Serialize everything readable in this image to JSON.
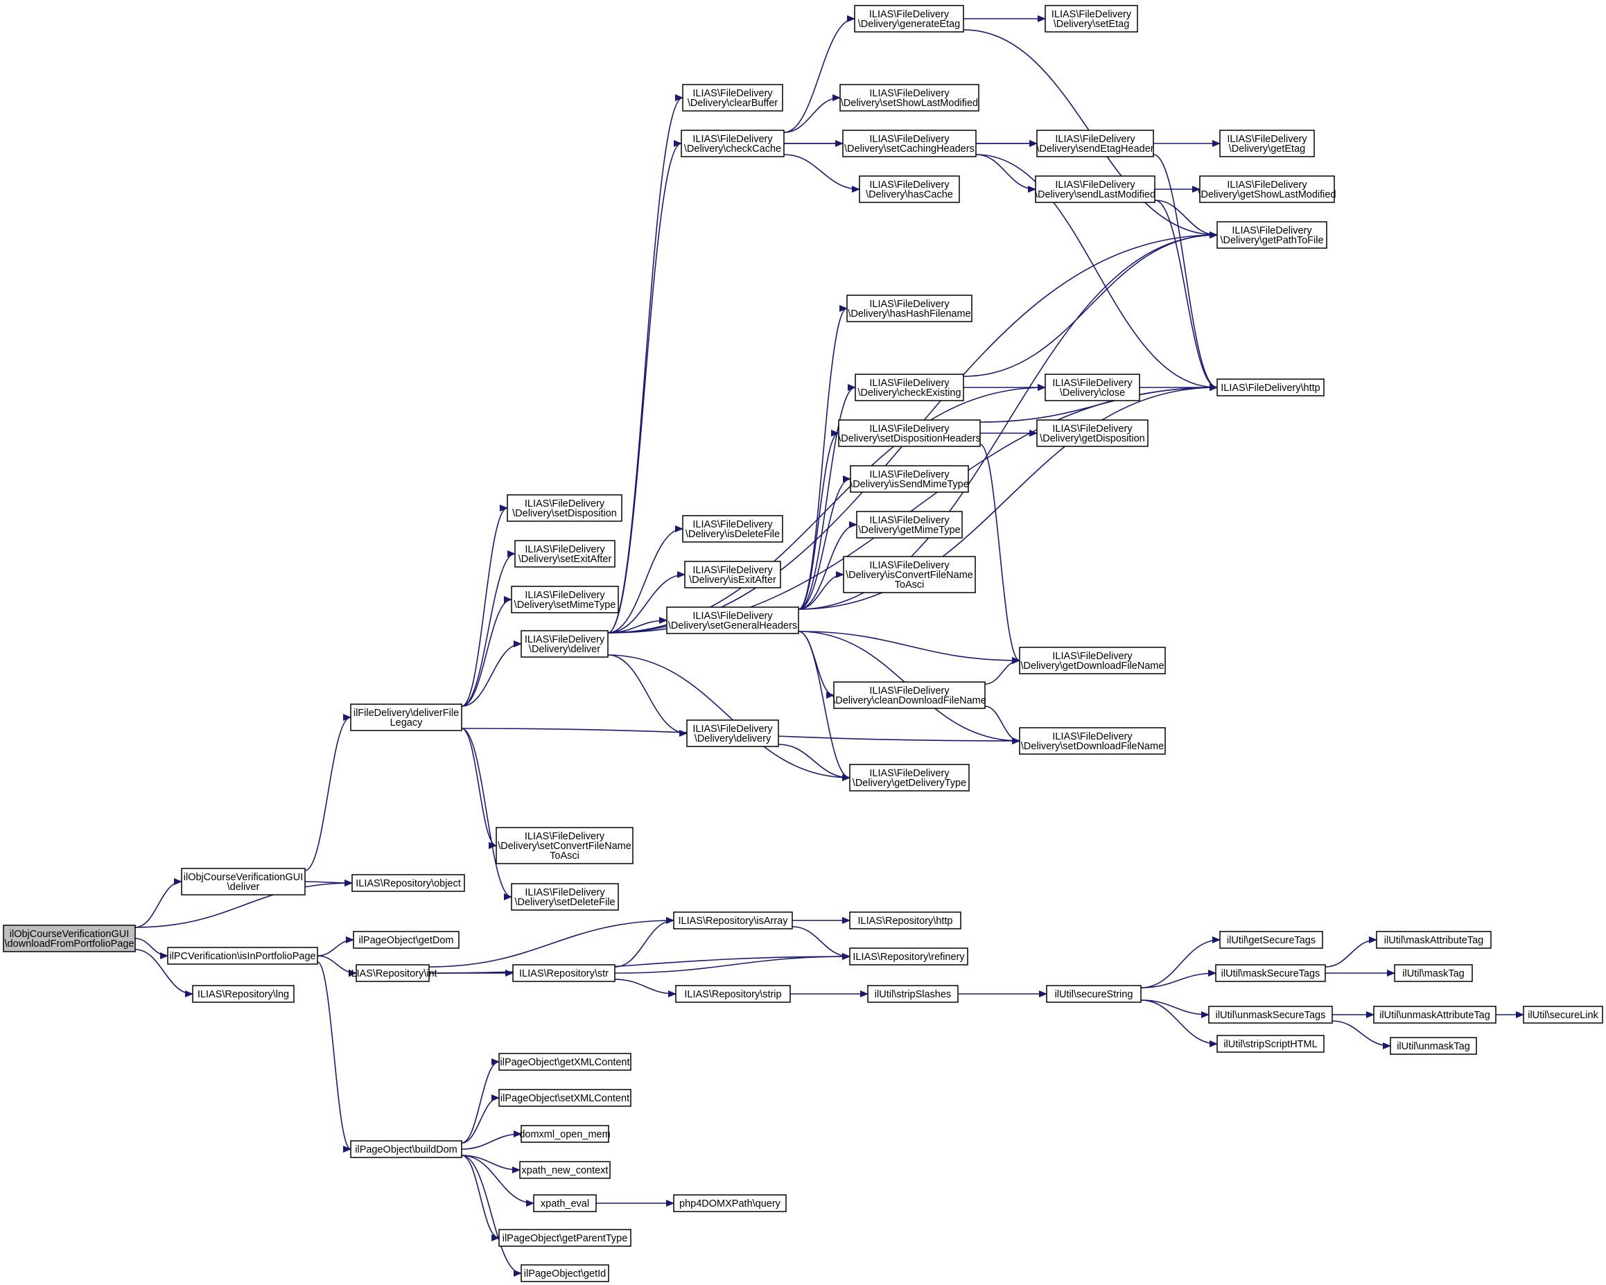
{
  "colors": {
    "edge": "#191970",
    "node_border": "#000000",
    "root_fill": "#bfbfbf",
    "node_fill": "#ffffff"
  },
  "nodes": [
    {
      "id": "root",
      "lines": [
        "ilObjCourseVerificationGUI",
        "\\downloadFromPortfolioPage"
      ],
      "root": true
    },
    {
      "id": "ocv_deliver",
      "lines": [
        "ilObjCourseVerificationGUI",
        "\\deliver"
      ]
    },
    {
      "id": "repo_object",
      "lines": [
        "ILIAS\\Repository\\object"
      ]
    },
    {
      "id": "pcv_isinportfolio",
      "lines": [
        "ilPCVerification\\isInPortfolioPage"
      ]
    },
    {
      "id": "repo_lng",
      "lines": [
        "ILIAS\\Repository\\lng"
      ]
    },
    {
      "id": "deliverfilelegacy",
      "lines": [
        "ilFileDelivery\\deliverFile",
        "Legacy"
      ]
    },
    {
      "id": "d_setdisposition",
      "lines": [
        "ILIAS\\FileDelivery",
        "\\Delivery\\setDisposition"
      ]
    },
    {
      "id": "d_setexitafter",
      "lines": [
        "ILIAS\\FileDelivery",
        "\\Delivery\\setExitAfter"
      ]
    },
    {
      "id": "d_setmimetype",
      "lines": [
        "ILIAS\\FileDelivery",
        "\\Delivery\\setMimeType"
      ]
    },
    {
      "id": "d_deliver",
      "lines": [
        "ILIAS\\FileDelivery",
        "\\Delivery\\deliver"
      ]
    },
    {
      "id": "d_setconvertfilename",
      "lines": [
        "ILIAS\\FileDelivery",
        "\\Delivery\\setConvertFileName",
        "ToAsci"
      ]
    },
    {
      "id": "d_setdeletefile",
      "lines": [
        "ILIAS\\FileDelivery",
        "\\Delivery\\setDeleteFile"
      ]
    },
    {
      "id": "d_clearbuffer",
      "lines": [
        "ILIAS\\FileDelivery",
        "\\Delivery\\clearBuffer"
      ]
    },
    {
      "id": "d_checkcache",
      "lines": [
        "ILIAS\\FileDelivery",
        "\\Delivery\\checkCache"
      ]
    },
    {
      "id": "d_isdeletefile",
      "lines": [
        "ILIAS\\FileDelivery",
        "\\Delivery\\isDeleteFile"
      ]
    },
    {
      "id": "d_isexitafter",
      "lines": [
        "ILIAS\\FileDelivery",
        "\\Delivery\\isExitAfter"
      ]
    },
    {
      "id": "d_setgeneralheaders",
      "lines": [
        "ILIAS\\FileDelivery",
        "\\Delivery\\setGeneralHeaders"
      ]
    },
    {
      "id": "d_delivery",
      "lines": [
        "ILIAS\\FileDelivery",
        "\\Delivery\\delivery"
      ]
    },
    {
      "id": "d_generateetag",
      "lines": [
        "ILIAS\\FileDelivery",
        "\\Delivery\\generateEtag"
      ]
    },
    {
      "id": "d_setshowlastmodified",
      "lines": [
        "ILIAS\\FileDelivery",
        "\\Delivery\\setShowLastModified"
      ]
    },
    {
      "id": "d_setcachingheaders",
      "lines": [
        "ILIAS\\FileDelivery",
        "\\Delivery\\setCachingHeaders"
      ]
    },
    {
      "id": "d_hascache",
      "lines": [
        "ILIAS\\FileDelivery",
        "\\Delivery\\hasCache"
      ]
    },
    {
      "id": "d_hashashfilename",
      "lines": [
        "ILIAS\\FileDelivery",
        "\\Delivery\\hasHashFilename"
      ]
    },
    {
      "id": "d_checkexisting",
      "lines": [
        "ILIAS\\FileDelivery",
        "\\Delivery\\checkExisting"
      ]
    },
    {
      "id": "d_setdispositionheaders",
      "lines": [
        "ILIAS\\FileDelivery",
        "\\Delivery\\setDispositionHeaders"
      ]
    },
    {
      "id": "d_issendmimetype",
      "lines": [
        "ILIAS\\FileDelivery",
        "\\Delivery\\isSendMimeType"
      ]
    },
    {
      "id": "d_getmimetype",
      "lines": [
        "ILIAS\\FileDelivery",
        "\\Delivery\\getMimeType"
      ]
    },
    {
      "id": "d_isconvertfilename",
      "lines": [
        "ILIAS\\FileDelivery",
        "\\Delivery\\isConvertFileName",
        "ToAsci"
      ]
    },
    {
      "id": "d_cleandownloadfilename",
      "lines": [
        "ILIAS\\FileDelivery",
        "\\Delivery\\cleanDownloadFileName"
      ]
    },
    {
      "id": "d_getdeliverytype",
      "lines": [
        "ILIAS\\FileDelivery",
        "\\Delivery\\getDeliveryType"
      ]
    },
    {
      "id": "d_setetag",
      "lines": [
        "ILIAS\\FileDelivery",
        "\\Delivery\\setEtag"
      ]
    },
    {
      "id": "d_sendetagheader",
      "lines": [
        "ILIAS\\FileDelivery",
        "\\Delivery\\sendEtagHeader"
      ]
    },
    {
      "id": "d_sendlastmodified",
      "lines": [
        "ILIAS\\FileDelivery",
        "\\Delivery\\sendLastModified"
      ]
    },
    {
      "id": "d_close",
      "lines": [
        "ILIAS\\FileDelivery",
        "\\Delivery\\close"
      ]
    },
    {
      "id": "d_getdisposition",
      "lines": [
        "ILIAS\\FileDelivery",
        "\\Delivery\\getDisposition"
      ]
    },
    {
      "id": "d_getdownloadfilename",
      "lines": [
        "ILIAS\\FileDelivery",
        "\\Delivery\\getDownloadFileName"
      ]
    },
    {
      "id": "d_setdownloadfilename",
      "lines": [
        "ILIAS\\FileDelivery",
        "\\Delivery\\setDownloadFileName"
      ]
    },
    {
      "id": "d_getetag",
      "lines": [
        "ILIAS\\FileDelivery",
        "\\Delivery\\getEtag"
      ]
    },
    {
      "id": "d_getshowlastmodified",
      "lines": [
        "ILIAS\\FileDelivery",
        "\\Delivery\\getShowLastModified"
      ]
    },
    {
      "id": "d_getpathtofile",
      "lines": [
        "ILIAS\\FileDelivery",
        "\\Delivery\\getPathToFile"
      ]
    },
    {
      "id": "fd_http",
      "lines": [
        "ILIAS\\FileDelivery\\http"
      ]
    },
    {
      "id": "po_getdom",
      "lines": [
        "ilPageObject\\getDom"
      ]
    },
    {
      "id": "repo_int",
      "lines": [
        "ILIAS\\Repository\\int"
      ]
    },
    {
      "id": "po_builddom",
      "lines": [
        "ilPageObject\\buildDom"
      ]
    },
    {
      "id": "repo_isarray",
      "lines": [
        "ILIAS\\Repository\\isArray"
      ]
    },
    {
      "id": "repo_str",
      "lines": [
        "ILIAS\\Repository\\str"
      ]
    },
    {
      "id": "repo_strip",
      "lines": [
        "ILIAS\\Repository\\strip"
      ]
    },
    {
      "id": "repo_http",
      "lines": [
        "ILIAS\\Repository\\http"
      ]
    },
    {
      "id": "repo_refinery",
      "lines": [
        "ILIAS\\Repository\\refinery"
      ]
    },
    {
      "id": "util_stripslashes",
      "lines": [
        "ilUtil\\stripSlashes"
      ]
    },
    {
      "id": "util_securestring",
      "lines": [
        "ilUtil\\secureString"
      ]
    },
    {
      "id": "util_getsecuretags",
      "lines": [
        "ilUtil\\getSecureTags"
      ]
    },
    {
      "id": "util_masksecuretags",
      "lines": [
        "ilUtil\\maskSecureTags"
      ]
    },
    {
      "id": "util_unmasksecuretags",
      "lines": [
        "ilUtil\\unmaskSecureTags"
      ]
    },
    {
      "id": "util_stripscripthtml",
      "lines": [
        "ilUtil\\stripScriptHTML"
      ]
    },
    {
      "id": "util_maskattributetag",
      "lines": [
        "ilUtil\\maskAttributeTag"
      ]
    },
    {
      "id": "util_masktag",
      "lines": [
        "ilUtil\\maskTag"
      ]
    },
    {
      "id": "util_unmaskattributetag",
      "lines": [
        "ilUtil\\unmaskAttributeTag"
      ]
    },
    {
      "id": "util_unmasktag",
      "lines": [
        "ilUtil\\unmaskTag"
      ]
    },
    {
      "id": "util_securelink",
      "lines": [
        "ilUtil\\secureLink"
      ]
    },
    {
      "id": "po_getxmlcontent",
      "lines": [
        "ilPageObject\\getXMLContent"
      ]
    },
    {
      "id": "po_setxmlcontent",
      "lines": [
        "ilPageObject\\setXMLContent"
      ]
    },
    {
      "id": "domxml_open_mem",
      "lines": [
        "domxml_open_mem"
      ]
    },
    {
      "id": "xpath_new_context",
      "lines": [
        "xpath_new_context"
      ]
    },
    {
      "id": "xpath_eval",
      "lines": [
        "xpath_eval"
      ]
    },
    {
      "id": "po_getparenttype",
      "lines": [
        "ilPageObject\\getParentType"
      ]
    },
    {
      "id": "po_getid",
      "lines": [
        "ilPageObject\\getId"
      ]
    },
    {
      "id": "php4domxpath_query",
      "lines": [
        "php4DOMXPath\\query"
      ]
    }
  ],
  "edges": [
    [
      "root",
      "ocv_deliver"
    ],
    [
      "root",
      "repo_object"
    ],
    [
      "root",
      "pcv_isinportfolio"
    ],
    [
      "root",
      "repo_lng"
    ],
    [
      "ocv_deliver",
      "deliverfilelegacy"
    ],
    [
      "ocv_deliver",
      "repo_object"
    ],
    [
      "deliverfilelegacy",
      "d_setdisposition"
    ],
    [
      "deliverfilelegacy",
      "d_setexitafter"
    ],
    [
      "deliverfilelegacy",
      "d_setmimetype"
    ],
    [
      "deliverfilelegacy",
      "d_deliver"
    ],
    [
      "deliverfilelegacy",
      "d_setconvertfilename"
    ],
    [
      "deliverfilelegacy",
      "d_setdeletefile"
    ],
    [
      "deliverfilelegacy",
      "d_setdownloadfilename"
    ],
    [
      "d_deliver",
      "d_clearbuffer"
    ],
    [
      "d_deliver",
      "d_checkcache"
    ],
    [
      "d_deliver",
      "d_isdeletefile"
    ],
    [
      "d_deliver",
      "d_isexitafter"
    ],
    [
      "d_deliver",
      "d_setgeneralheaders"
    ],
    [
      "d_deliver",
      "d_delivery"
    ],
    [
      "d_deliver",
      "d_getdeliverytype"
    ],
    [
      "d_deliver",
      "d_getpathtofile"
    ],
    [
      "d_deliver",
      "d_close"
    ],
    [
      "d_deliver",
      "fd_http"
    ],
    [
      "d_checkcache",
      "d_generateetag"
    ],
    [
      "d_checkcache",
      "d_setshowlastmodified"
    ],
    [
      "d_checkcache",
      "d_setcachingheaders"
    ],
    [
      "d_checkcache",
      "d_hascache"
    ],
    [
      "d_checkcache",
      "d_sendetagheader"
    ],
    [
      "d_generateetag",
      "d_setetag"
    ],
    [
      "d_generateetag",
      "d_getpathtofile"
    ],
    [
      "d_setcachingheaders",
      "d_sendetagheader"
    ],
    [
      "d_setcachingheaders",
      "d_sendlastmodified"
    ],
    [
      "d_setcachingheaders",
      "fd_http"
    ],
    [
      "d_sendetagheader",
      "d_getetag"
    ],
    [
      "d_sendetagheader",
      "fd_http"
    ],
    [
      "d_sendlastmodified",
      "d_getshowlastmodified"
    ],
    [
      "d_sendlastmodified",
      "d_getpathtofile"
    ],
    [
      "d_sendlastmodified",
      "fd_http"
    ],
    [
      "d_setgeneralheaders",
      "d_hashashfilename"
    ],
    [
      "d_setgeneralheaders",
      "d_checkexisting"
    ],
    [
      "d_setgeneralheaders",
      "d_setdispositionheaders"
    ],
    [
      "d_setgeneralheaders",
      "d_issendmimetype"
    ],
    [
      "d_setgeneralheaders",
      "d_getmimetype"
    ],
    [
      "d_setgeneralheaders",
      "d_isconvertfilename"
    ],
    [
      "d_setgeneralheaders",
      "d_cleandownloadfilename"
    ],
    [
      "d_setgeneralheaders",
      "d_getdownloadfilename"
    ],
    [
      "d_setgeneralheaders",
      "d_setdownloadfilename"
    ],
    [
      "d_setgeneralheaders",
      "d_getdeliverytype"
    ],
    [
      "d_setgeneralheaders",
      "fd_http"
    ],
    [
      "d_setgeneralheaders",
      "d_getpathtofile"
    ],
    [
      "d_checkexisting",
      "d_close"
    ],
    [
      "d_checkexisting",
      "d_getpathtofile"
    ],
    [
      "d_close",
      "fd_http"
    ],
    [
      "d_setdispositionheaders",
      "d_getdisposition"
    ],
    [
      "d_setdispositionheaders",
      "d_getdownloadfilename"
    ],
    [
      "d_setdispositionheaders",
      "fd_http"
    ],
    [
      "d_cleandownloadfilename",
      "d_getdownloadfilename"
    ],
    [
      "d_cleandownloadfilename",
      "d_setdownloadfilename"
    ],
    [
      "d_delivery",
      "d_getdeliverytype"
    ],
    [
      "pcv_isinportfolio",
      "po_getdom"
    ],
    [
      "pcv_isinportfolio",
      "repo_int"
    ],
    [
      "pcv_isinportfolio",
      "po_builddom"
    ],
    [
      "repo_int",
      "repo_isarray"
    ],
    [
      "repo_int",
      "repo_str"
    ],
    [
      "repo_int",
      "repo_refinery"
    ],
    [
      "repo_str",
      "repo_isarray"
    ],
    [
      "repo_str",
      "repo_refinery"
    ],
    [
      "repo_str",
      "repo_strip"
    ],
    [
      "repo_isarray",
      "repo_http"
    ],
    [
      "repo_isarray",
      "repo_refinery"
    ],
    [
      "repo_strip",
      "util_stripslashes"
    ],
    [
      "util_stripslashes",
      "util_securestring"
    ],
    [
      "util_securestring",
      "util_getsecuretags"
    ],
    [
      "util_securestring",
      "util_masksecuretags"
    ],
    [
      "util_securestring",
      "util_unmasksecuretags"
    ],
    [
      "util_securestring",
      "util_stripscripthtml"
    ],
    [
      "util_masksecuretags",
      "util_maskattributetag"
    ],
    [
      "util_masksecuretags",
      "util_masktag"
    ],
    [
      "util_unmasksecuretags",
      "util_unmaskattributetag"
    ],
    [
      "util_unmasksecuretags",
      "util_unmasktag"
    ],
    [
      "util_unmaskattributetag",
      "util_securelink"
    ],
    [
      "po_builddom",
      "po_getxmlcontent"
    ],
    [
      "po_builddom",
      "po_setxmlcontent"
    ],
    [
      "po_builddom",
      "domxml_open_mem"
    ],
    [
      "po_builddom",
      "xpath_new_context"
    ],
    [
      "po_builddom",
      "xpath_eval"
    ],
    [
      "po_builddom",
      "po_getparenttype"
    ],
    [
      "po_builddom",
      "po_getid"
    ],
    [
      "xpath_eval",
      "php4domxpath_query"
    ]
  ]
}
